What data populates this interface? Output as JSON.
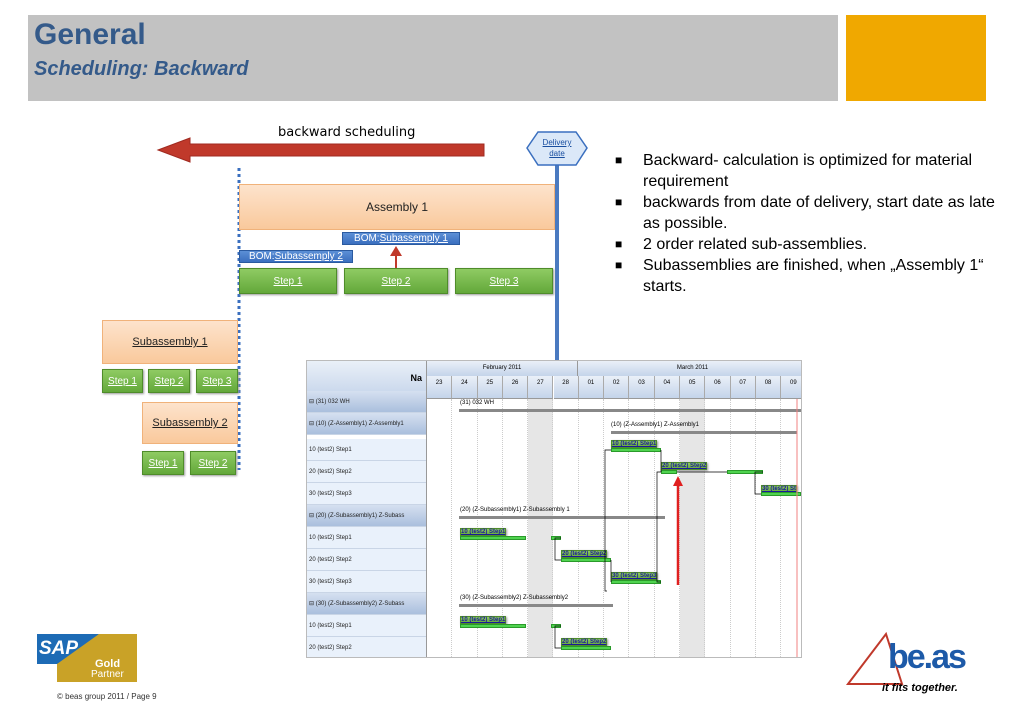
{
  "header": {
    "title": "General",
    "subtitle": "Scheduling: Backward"
  },
  "diagram": {
    "arrow_label": "backward scheduling",
    "delivery_label_1": "Delivery",
    "delivery_label_2": "date",
    "assembly1": "Assembly 1",
    "bom1_prefix": "BOM: ",
    "bom1_link": "Subassemply 1",
    "bom2_prefix": "BOM: ",
    "bom2_link": "Subassemply 2",
    "asm_steps": [
      "Step 1",
      "Step 2",
      "Step 3"
    ],
    "subassembly1": "Subassembly 1",
    "sub1_steps": [
      "Step 1",
      "Step 2",
      "Step 3"
    ],
    "subassembly2": "Subassembly 2",
    "sub2_steps": [
      "Step 1",
      "Step 2"
    ]
  },
  "bullets": [
    "Backward- calculation is optimized for material requirement",
    "backwards from date of delivery, start date as late as possible.",
    "2 order related sub-assemblies.",
    "Subassemblies are finished, when „Assembly 1“ starts."
  ],
  "gantt": {
    "left_header": "Na",
    "months": [
      "February 2011",
      "March 2011"
    ],
    "days": [
      "23",
      "24",
      "25",
      "26",
      "27",
      "28",
      "01",
      "02",
      "03",
      "04",
      "05",
      "06",
      "07",
      "08",
      "09"
    ],
    "rows": [
      "⊟ (31) 032 WH",
      "⊟ (10) (Z-Assembly1) Z-Assembly1",
      "10 (test2) Step1",
      "20 (test2) Step2",
      "30 (test2) Step3",
      "⊟ (20) (Z-Subassembly1) Z-Subass",
      "10 (test2) Step1",
      "20 (test2) Step2",
      "30 (test2) Step3",
      "⊟ (30) (Z-Subassembly2) Z-Subass",
      "10 (test2) Step1",
      "20 (test2) Step2"
    ],
    "bar_labels": {
      "wh": "(31) 032 WH",
      "asm": "(10) (Z-Assembly1) Z-Assembly1",
      "asm_s1": "10 (test2) Step1",
      "asm_s2": "20 (test2) Step2",
      "asm_s3": "30 (test2) St",
      "sub1": "(20) (Z-Subassembly1) Z-Subassembly 1",
      "sub1_s1": "10 (test2) Step1",
      "sub1_s2": "20 (test2) Step2",
      "sub1_s3": "30 (test2) Step3",
      "sub2": "(30) (Z-Subassembly2) Z-Subassembly2",
      "sub2_s1": "10 (test2) Step1",
      "sub2_s2": "20 (test2) Step2"
    }
  },
  "logos": {
    "sap_text": "SAP",
    "sap_gold": "Gold",
    "sap_partner": "Partner",
    "beas_text": "be.as",
    "beas_tagline": "it fits together."
  },
  "footer": "© beas group 2011 / Page 9",
  "colors": {
    "title": "#345a8a",
    "accent": "#f0a800",
    "arrow_red": "#c0392b",
    "step_green": "#63a83a",
    "bom_blue": "#3a6fbf",
    "delivery_line": "#4a7ac0"
  }
}
